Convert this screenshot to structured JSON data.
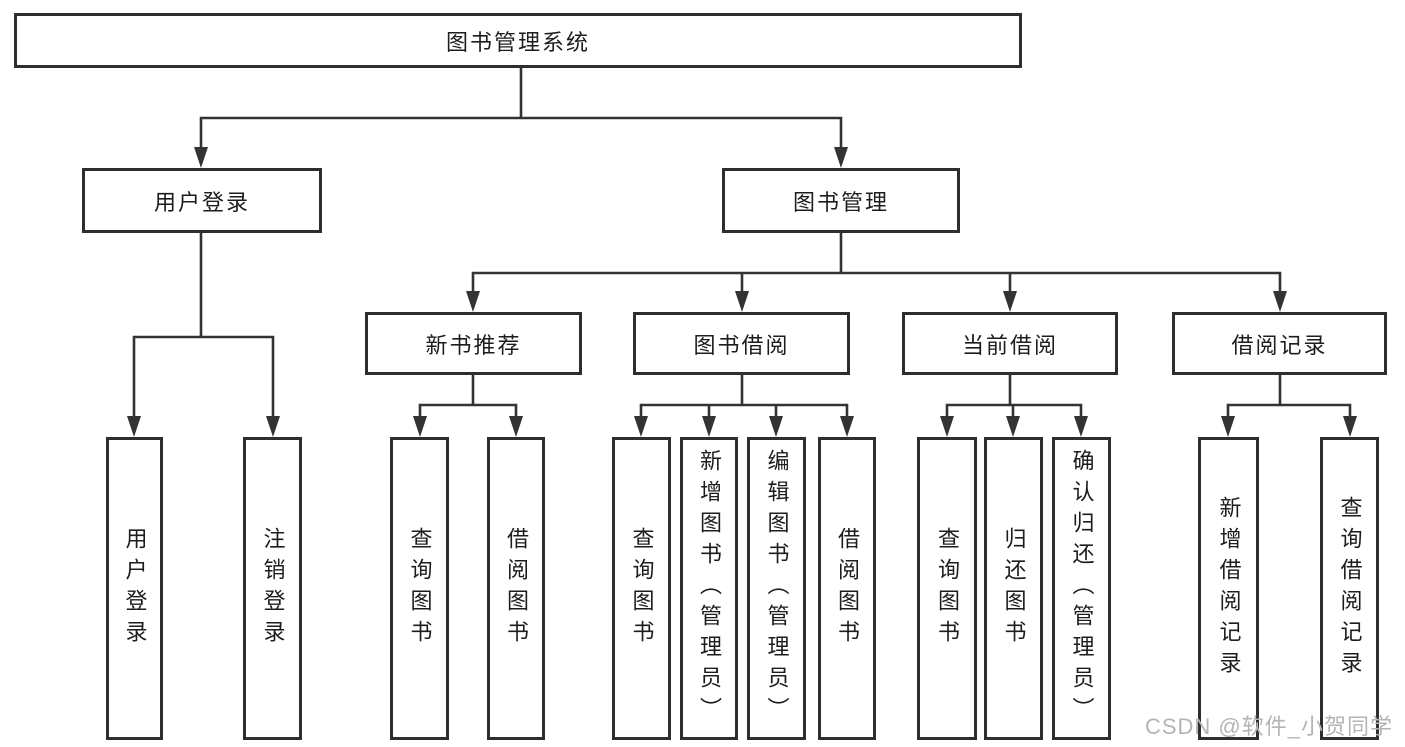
{
  "colors": {
    "line": "#333333",
    "box_border": "#2e2e2e",
    "text": "#1d1d1d",
    "watermark": "#b4b4b4",
    "background": "#ffffff"
  },
  "tree": {
    "label": "图书管理系统",
    "children": [
      {
        "label": "用户登录",
        "children": [
          {
            "label": "用户登录"
          },
          {
            "label": "注销登录"
          }
        ]
      },
      {
        "label": "图书管理",
        "children": [
          {
            "label": "新书推荐",
            "children": [
              {
                "label": "查询图书"
              },
              {
                "label": "借阅图书"
              }
            ]
          },
          {
            "label": "图书借阅",
            "children": [
              {
                "label": "查询图书"
              },
              {
                "label": "新增图书（管理员）"
              },
              {
                "label": "编辑图书（管理员）"
              },
              {
                "label": "借阅图书"
              }
            ]
          },
          {
            "label": "当前借阅",
            "children": [
              {
                "label": "查询图书"
              },
              {
                "label": "归还图书"
              },
              {
                "label": "确认归还（管理员）"
              }
            ]
          },
          {
            "label": "借阅记录",
            "children": [
              {
                "label": "新增借阅记录"
              },
              {
                "label": "查询借阅记录"
              }
            ]
          }
        ]
      }
    ]
  },
  "watermark": {
    "text": "CSDN @软件_小贺同学"
  }
}
